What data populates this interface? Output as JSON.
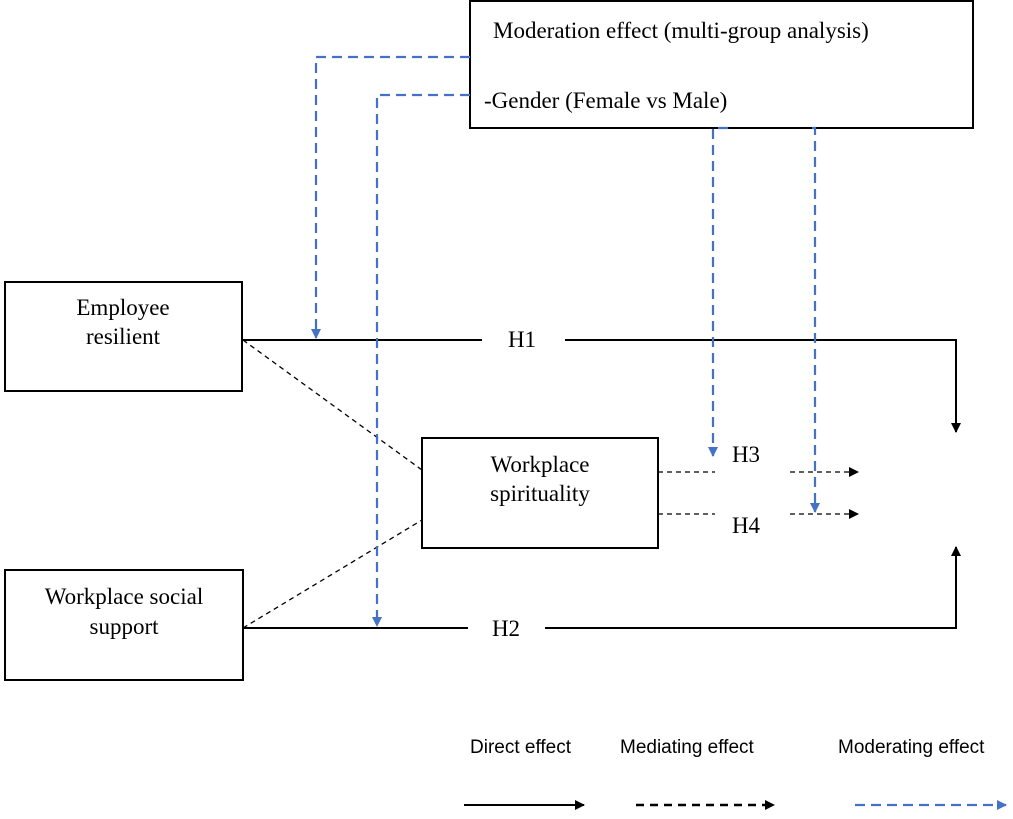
{
  "moderator": {
    "title": "Moderation effect (multi-group analysis)",
    "variable": "-Gender (Female vs Male)"
  },
  "nodes": {
    "employee_resilient": {
      "line1": "Employee",
      "line2": "resilient"
    },
    "workplace_spirituality": {
      "line1": "Workplace",
      "line2": "spirituality"
    },
    "workplace_social_support": {
      "line1": "Workplace social",
      "line2": "support"
    }
  },
  "paths": {
    "h1": "H1",
    "h2": "H2",
    "h3": "H3",
    "h4": "H4"
  },
  "legend": {
    "direct": "Direct effect",
    "mediating": "Mediating effect",
    "moderating": "Moderating effect"
  },
  "colors": {
    "moderating": "#4472c4",
    "lines": "#000000"
  }
}
